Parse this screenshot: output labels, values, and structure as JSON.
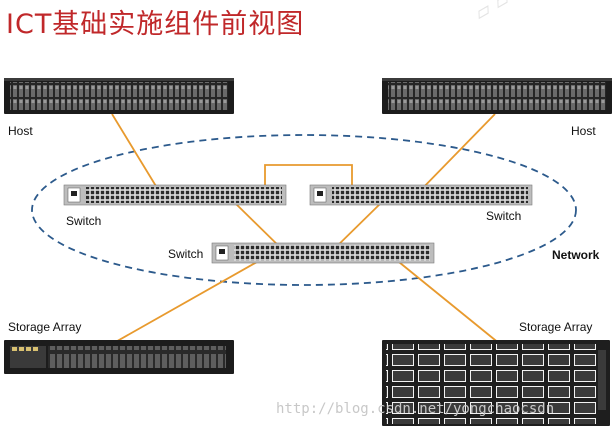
{
  "title": "ICT基础实施组件前视图",
  "labels": {
    "host_left": "Host",
    "host_right": "Host",
    "switch_left": "Switch",
    "switch_right": "Switch",
    "switch_center": "Switch",
    "network": "Network",
    "storage_left": "Storage Array",
    "storage_right": "Storage Array"
  },
  "watermark": "http://blog.csdn.net/yongchaocsdn",
  "colors": {
    "title": "#c0282a",
    "link": "#e89a2e",
    "network_ellipse": "#2c5a8c",
    "device_dark": "#1c1c1c"
  }
}
